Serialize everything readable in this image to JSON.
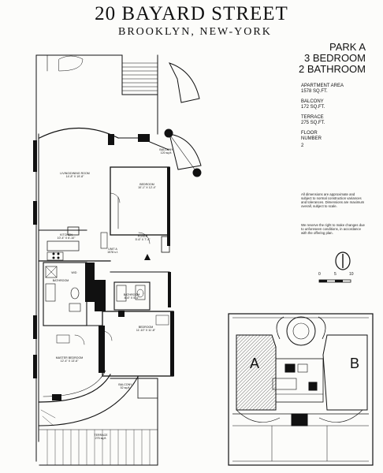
{
  "header": {
    "title": "20 BAYARD STREET",
    "subtitle": "BROOKLYN,  NEW-YORK"
  },
  "unit": {
    "line1": "PARK A",
    "line2": "3 BEDROOM",
    "line3": "2 BATHROOM"
  },
  "stats": [
    {
      "label": "APARTMENT AREA",
      "value": "1578 SQ.FT."
    },
    {
      "label": "BALCONY",
      "value": "172 SQ.FT."
    },
    {
      "label": "TERRACE",
      "value": "275 SQ.FT."
    },
    {
      "label": "FLOOR NUMBER",
      "value": "2"
    }
  ],
  "notes": [
    "All dimensions are approximate and subject to normal construction variances and tolerances. Dimensions are maximum overall, subject to scale.",
    "We reserve the right to make changes due to unforeseen conditions, in accordance with the offering plan."
  ],
  "scale_labels": [
    "0",
    "5",
    "10"
  ],
  "rooms": {
    "balcony_top": {
      "name": "BALCONY",
      "dim": "120 sq.ft."
    },
    "living": {
      "name": "LIVING/DINING ROOM",
      "dim": "14'-8\" X 19'-8\""
    },
    "bedroom1": {
      "name": "BEDROOM",
      "dim": "10'-1\" X 12'-4\""
    },
    "kitchen": {
      "name": "KITCHEN",
      "dim": "10'-4\" X 6'-10\""
    },
    "unit_label": {
      "name": "UNIT A",
      "dim": "1578 s.f."
    },
    "foyer": {
      "name": "FOYER",
      "dim": "5'-6\" X 7'-4\""
    },
    "w_d": {
      "name": "W/D",
      "dim": ""
    },
    "bathroom1": {
      "name": "BATHROOM",
      "dim": ""
    },
    "bathroom2": {
      "name": "BATHROOM",
      "dim": "8'-6\" X 5'-4\""
    },
    "bedroom2": {
      "name": "BEDROOM",
      "dim": "11'-10\" X 11'-8\""
    },
    "master": {
      "name": "MASTER BEDROOM",
      "dim": "12'-4\" X 13'-6\""
    },
    "balcony_bottom": {
      "name": "BALCONY",
      "dim": "52 sq.ft."
    },
    "terrace": {
      "name": "TERRACE",
      "dim": "275 sq.ft."
    }
  },
  "keyplan": {
    "left_unit": "A",
    "right_unit": "B"
  }
}
